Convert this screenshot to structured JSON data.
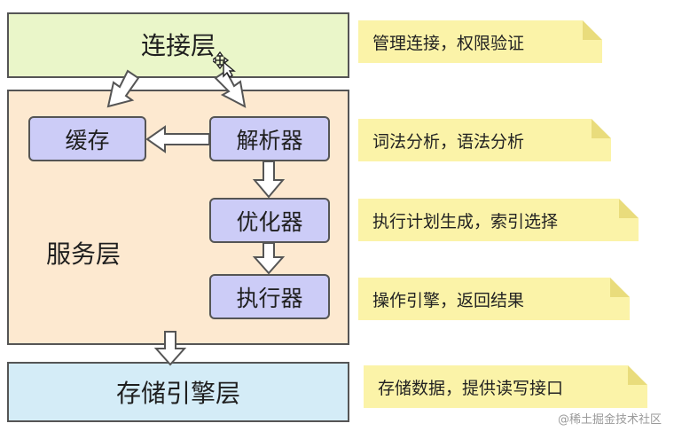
{
  "layers": {
    "connection": "连接层",
    "service": "服务层",
    "storage": "存储引擎层"
  },
  "modules": {
    "cache": "缓存",
    "parser": "解析器",
    "optimizer": "优化器",
    "executor": "执行器"
  },
  "notes": [
    "管理连接，权限验证",
    "词法分析，语法分析",
    "执行计划生成，索引选择",
    "操作引擎，返回结果",
    "存储数据，提供读写接口"
  ],
  "watermark": "@稀土掘金技术社区",
  "colors": {
    "connection_layer": "#eaf6c9",
    "service_layer": "#fde9d0",
    "storage_layer": "#d4ecf7",
    "module": "#ccccf7",
    "note": "#fbf3a8"
  },
  "icons": {
    "cursor": "move-cursor-icon"
  }
}
